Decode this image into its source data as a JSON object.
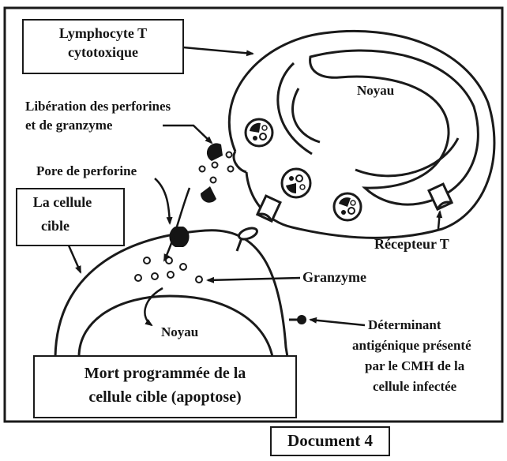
{
  "labels": {
    "lymphocyte_line1": "Lymphocyte T",
    "lymphocyte_line2": "cytotoxique",
    "noyau_top": "Noyau",
    "liberation_line1": "Libération des perforines",
    "liberation_line2": "et de granzyme",
    "pore": "Pore de perforine",
    "cellule_cible_line1": "La cellule",
    "cellule_cible_line2": "cible",
    "recepteur": "Récepteur T",
    "granzyme": "Granzyme",
    "noyau_bottom": "Noyau",
    "determinant_line1": "Déterminant",
    "determinant_line2": "antigénique présenté",
    "determinant_line3": "par le CMH de la",
    "determinant_line4": "cellule infectée",
    "apoptose_line1": "Mort programmée de la",
    "apoptose_line2": "cellule cible (apoptose)",
    "document": "Document 4"
  }
}
